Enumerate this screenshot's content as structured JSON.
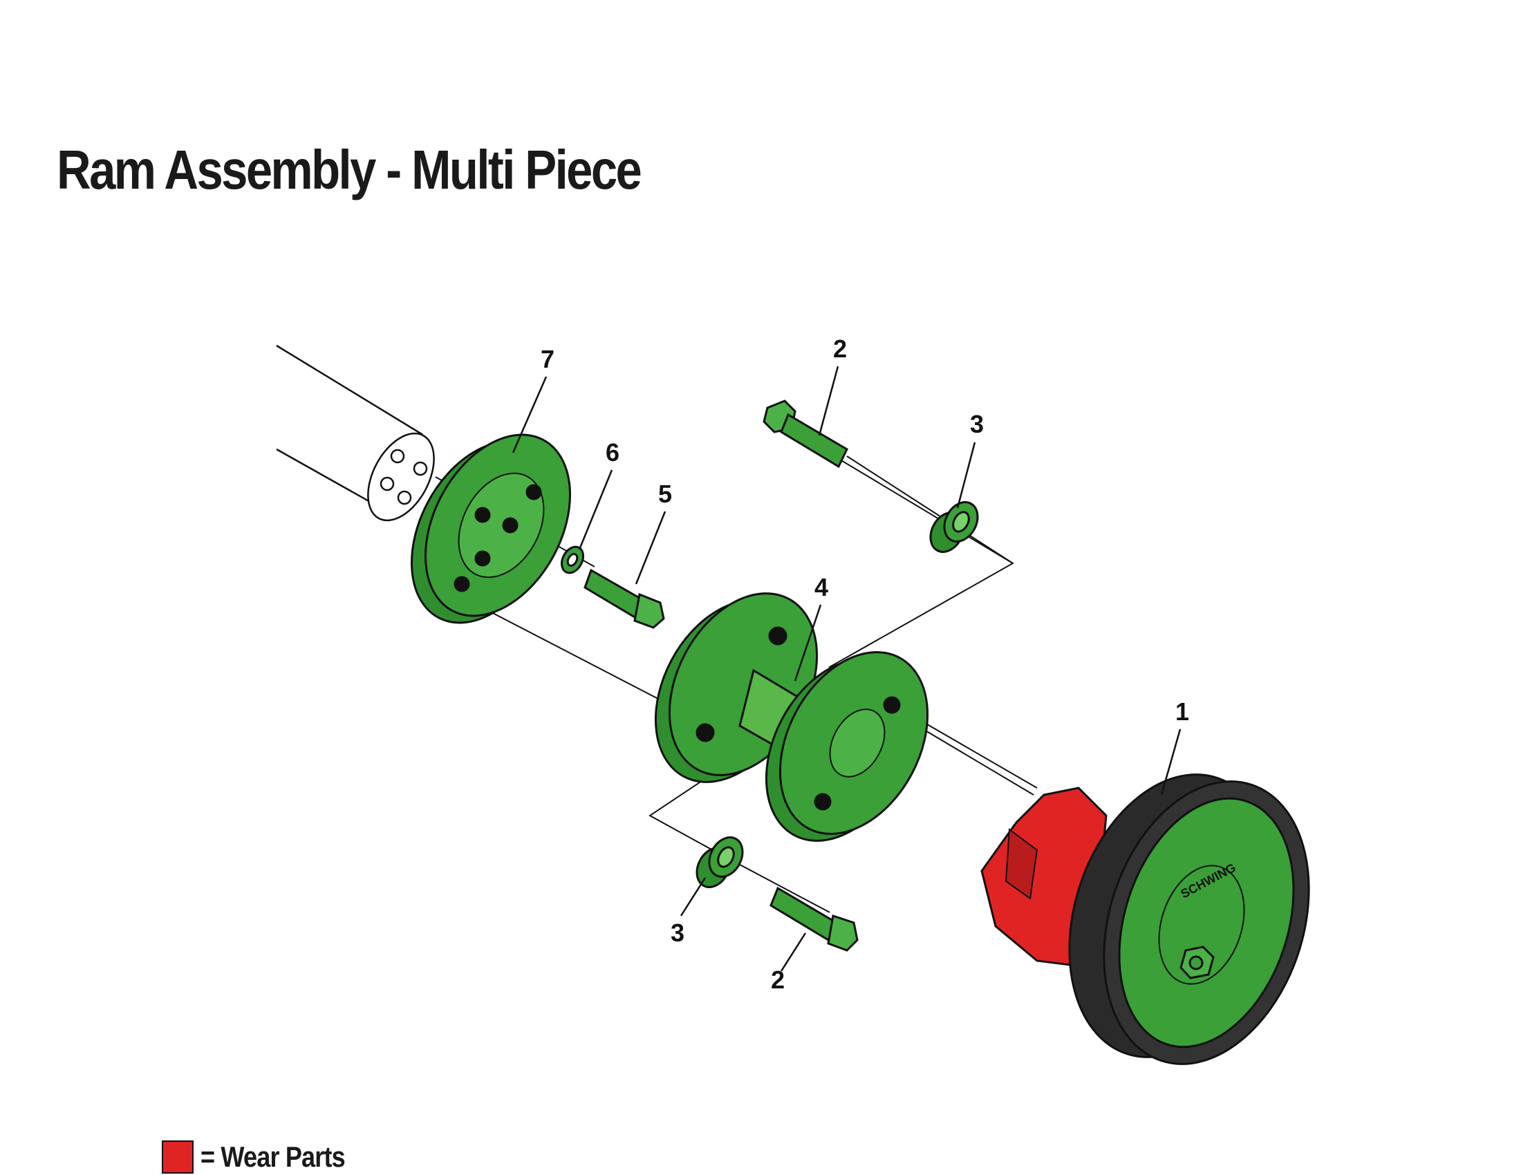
{
  "title": "Ram Assembly - Multi Piece",
  "colors": {
    "part_green": "#3aa037",
    "part_green_light": "#6cc85a",
    "wear_red": "#e02424",
    "seal_black": "#2a2a2a",
    "outline": "#111111"
  },
  "brand_text": "SCHWING",
  "callouts": {
    "c1": "1",
    "c2a": "2",
    "c2b": "2",
    "c3a": "3",
    "c3b": "3",
    "c4": "4",
    "c5": "5",
    "c6": "6",
    "c7": "7"
  },
  "legend": {
    "label": "= Wear Parts",
    "swatch_color": "#e02424"
  }
}
